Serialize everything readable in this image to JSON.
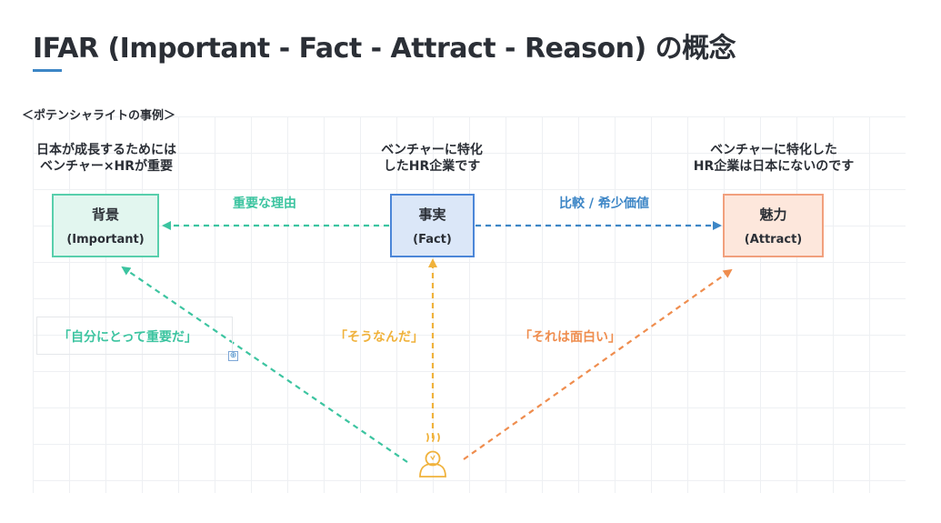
{
  "title": "IFAR (Important - Fact - Attract - Reason) の概念",
  "example_label": "＜ポテンシャライトの事例＞",
  "captions": {
    "important": [
      "日本が成長するためには",
      "ベンチャー×HRが重要"
    ],
    "fact": [
      "ベンチャーに特化",
      "したHR企業です"
    ],
    "attract": [
      "ベンチャーに特化した",
      "HR企業は日本にないのです"
    ]
  },
  "boxes": {
    "important": {
      "title": "背景",
      "sub": "(Important)"
    },
    "fact": {
      "title": "事実",
      "sub": "(Fact)"
    },
    "attract": {
      "title": "魅力",
      "sub": "(Attract)"
    }
  },
  "edges": {
    "fact_to_important": "重要な理由",
    "fact_to_attract": "比較 / 希少価値",
    "person_to_important": "「自分にとって重要だ」",
    "person_to_fact": "「そうなんだ」",
    "person_to_attract": "「それは面白い」"
  },
  "icons": {
    "person": "thinking-person-icon",
    "handle": "crosshair-handle-icon"
  },
  "colors": {
    "green": "#3cc4a0",
    "blue": "#3d86c6",
    "yellow": "#f0b23c",
    "orange": "#ef8d4e"
  }
}
